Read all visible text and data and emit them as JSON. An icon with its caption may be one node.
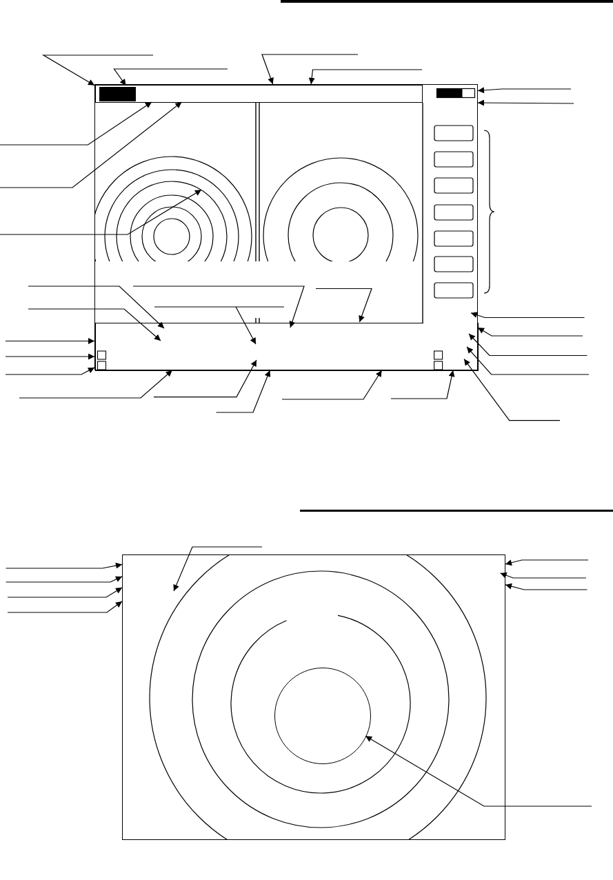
{
  "diagram": {
    "nodes": [
      {
        "text": [],
        "shape": "box"
      },
      {
        "text": [],
        "shape": "box",
        "in": 0
      },
      {
        "text": [],
        "shape": "bar",
        "in": 1
      },
      {
        "text": [],
        "shape": "circle",
        "in": 0
      },
      {
        "text": [],
        "shape": "box",
        "in": 0
      },
      {
        "text": [],
        "shape": "box"
      },
      {
        "text": [],
        "shape": "circle",
        "in": 5
      }
    ],
    "edges": [
      {
        "from": null,
        "to": 0,
        "arrow": "to"
      },
      {
        "from": null,
        "to": 2,
        "arrow": "to"
      },
      {
        "from": null,
        "to": 0,
        "arrow": "to"
      },
      {
        "from": null,
        "to": 1,
        "arrow": "to"
      },
      {
        "from": null,
        "to": 0,
        "arrow": "to"
      },
      {
        "from": null,
        "to": 0,
        "arrow": "to"
      },
      {
        "from": null,
        "to": 1,
        "arrow": "to"
      },
      {
        "from": null,
        "to": 1,
        "arrow": "to"
      },
      {
        "from": null,
        "to": 3,
        "arrow": "to"
      },
      {
        "from": null,
        "to": 4,
        "arrow": "to"
      },
      {
        "from": null,
        "to": 4,
        "arrow": "to"
      },
      {
        "from": null,
        "to": 4,
        "arrow": "to"
      },
      {
        "from": null,
        "to": 4,
        "arrow": "to"
      },
      {
        "from": null,
        "to": 4,
        "arrow": "to"
      },
      {
        "from": null,
        "to": 4,
        "arrow": "to"
      },
      {
        "from": null,
        "to": 4,
        "arrow": "to"
      },
      {
        "from": null,
        "to": 4,
        "arrow": "to"
      },
      {
        "from": null,
        "to": 4,
        "arrow": "to"
      },
      {
        "from": null,
        "to": 4,
        "arrow": "to"
      },
      {
        "from": null,
        "to": 4,
        "arrow": "to"
      },
      {
        "from": null,
        "to": 4,
        "arrow": "to"
      },
      {
        "from": null,
        "to": 4,
        "arrow": "to"
      },
      {
        "from": null,
        "to": 0,
        "arrow": "to"
      },
      {
        "from": null,
        "to": 4,
        "arrow": "to"
      },
      {
        "from": null,
        "to": 4,
        "arrow": "to"
      },
      {
        "from": null,
        "to": 4,
        "arrow": "to"
      },
      {
        "from": null,
        "to": 4,
        "arrow": "to"
      },
      {
        "from": null,
        "to": 5,
        "arrow": "to"
      },
      {
        "from": null,
        "to": 5,
        "arrow": "to"
      },
      {
        "from": null,
        "to": 5,
        "arrow": "to"
      },
      {
        "from": null,
        "to": 5,
        "arrow": "to"
      },
      {
        "from": null,
        "to": 5,
        "arrow": "to"
      },
      {
        "from": null,
        "to": 5,
        "arrow": "to"
      },
      {
        "from": null,
        "to": 5,
        "arrow": "to"
      },
      {
        "from": null,
        "to": 5,
        "arrow": "to"
      },
      {
        "from": null,
        "to": 6,
        "arrow": "to"
      }
    ]
  }
}
